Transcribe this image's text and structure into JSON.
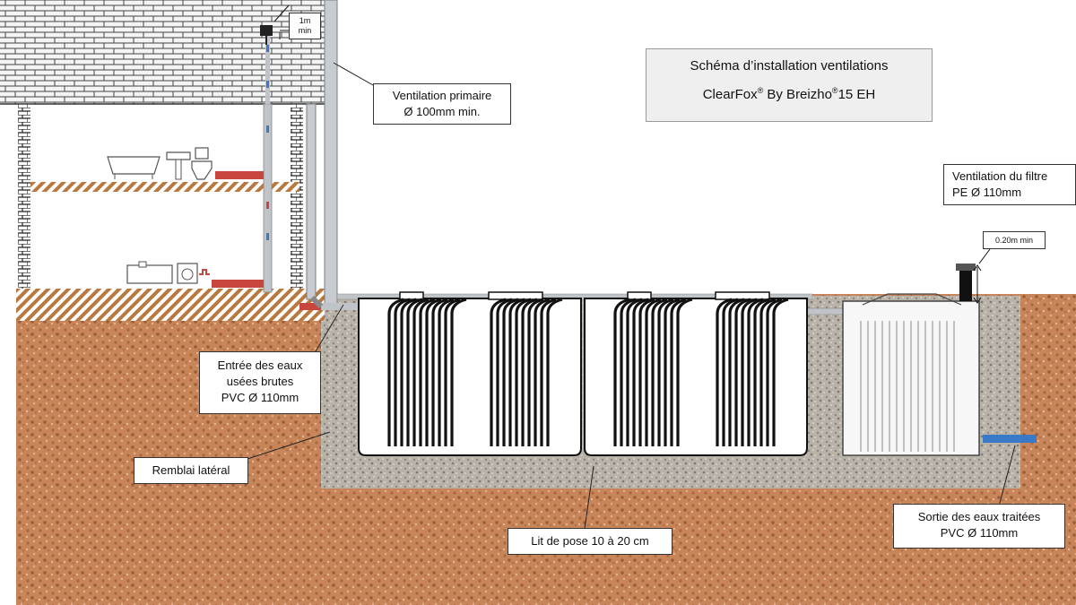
{
  "title": {
    "line1": "Schéma d’installation ventilations",
    "brand": "ClearFox",
    "brand_reg": "®",
    "by": " By Breizho",
    "by_reg": "®",
    "capacity": "15 EH"
  },
  "labels": {
    "ventilation_primaire": [
      "Ventilation primaire",
      "Ø 100mm min."
    ],
    "ventilation_filtre": [
      "Ventilation du filtre",
      "PE Ø 110mm"
    ],
    "entree": [
      "Entrée des eaux",
      "usées brutes",
      "PVC Ø 110mm"
    ],
    "remblai": "Remblai latéral",
    "lit_pose": "Lit de pose 10 à 20 cm",
    "sortie": [
      "Sortie des eaux traitées",
      "PVC Ø 110mm"
    ],
    "hauteur_toit": [
      "1m",
      "min"
    ],
    "hauteur_filtre": "0.20m min"
  },
  "colors": {
    "soil": "#c8855a",
    "gravel": "#b8b2a8",
    "tank_outline": "#111111",
    "pipe": "#c0c4c8",
    "drain_red": "#c8463e",
    "outlet_blue": "#3a78c8",
    "floor_hatch": "#b8783e",
    "title_bg": "#efefef"
  },
  "icons": [
    "roof-vent-cap-icon",
    "bathtub-icon",
    "washbasin-icon",
    "toilet-icon",
    "kitchen-sink-icon",
    "washing-machine-icon",
    "filter-vent-cap-icon"
  ]
}
